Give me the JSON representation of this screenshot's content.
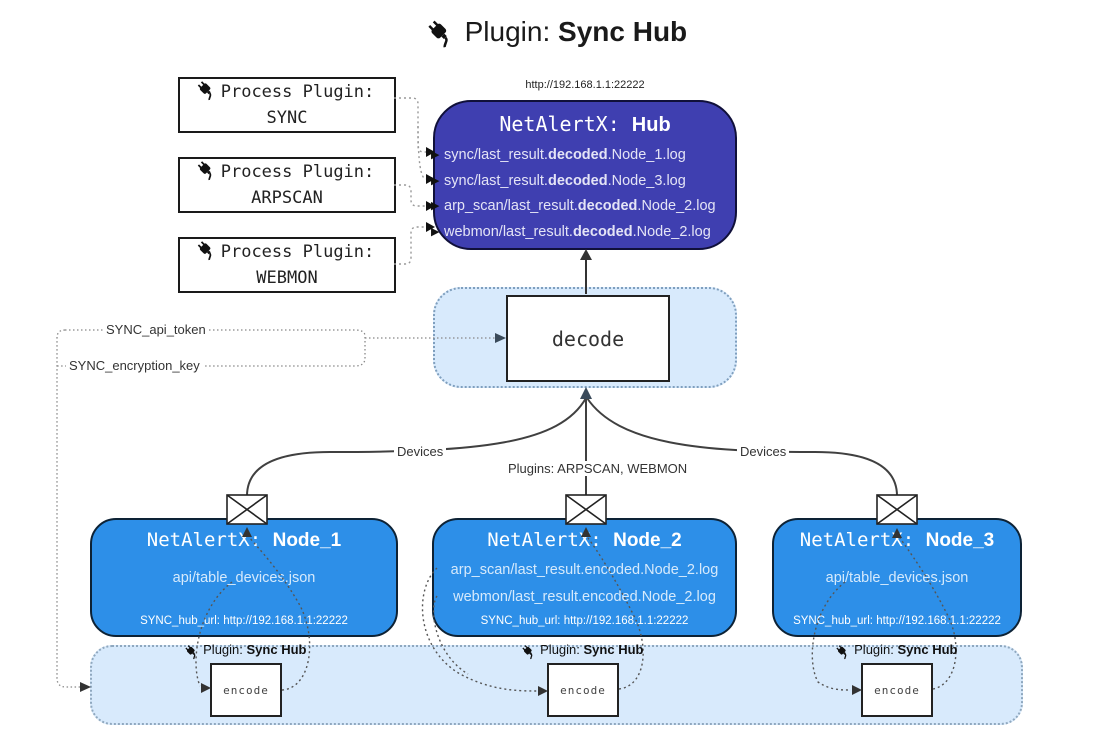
{
  "title": {
    "label": "Plugin: ",
    "bold": "Sync Hub"
  },
  "process_plugins": [
    {
      "label": "Process Plugin:",
      "name": "SYNC"
    },
    {
      "label": "Process Plugin:",
      "name": "ARPSCAN"
    },
    {
      "label": "Process Plugin:",
      "name": "WEBMON"
    }
  ],
  "hub": {
    "url": "http://192.168.1.1:22222",
    "title_prefix": "NetAlertX: ",
    "title_bold": "Hub",
    "logs": [
      {
        "prefix": "sync/last_result.",
        "bold": "decoded",
        "suffix": ".Node_1.log"
      },
      {
        "prefix": "sync/last_result.",
        "bold": "decoded",
        "suffix": ".Node_3.log"
      },
      {
        "prefix": "arp_scan/last_result.",
        "bold": "decoded",
        "suffix": ".Node_2.log"
      },
      {
        "prefix": "webmon/last_result.",
        "bold": "decoded",
        "suffix": ".Node_2.log"
      }
    ]
  },
  "decode": {
    "label": "decode"
  },
  "tokens": {
    "api_token": "SYNC_api_token",
    "encryption_key": "SYNC_encryption_key"
  },
  "edges": {
    "devices_left": "Devices",
    "plugins_middle": "Plugins: ARPSCAN, WEBMON",
    "devices_right": "Devices"
  },
  "nodes": [
    {
      "title_prefix": "NetAlertX: ",
      "title_bold": "Node_1",
      "files": [
        "api/table_devices.json"
      ],
      "hub_url": "SYNC_hub_url: http://192.168.1.1:22222"
    },
    {
      "title_prefix": "NetAlertX: ",
      "title_bold": "Node_2",
      "files": [
        "arp_scan/last_result.encoded.Node_2.log",
        "webmon/last_result.encoded.Node_2.log"
      ],
      "hub_url": "SYNC_hub_url: http://192.168.1.1:22222"
    },
    {
      "title_prefix": "NetAlertX: ",
      "title_bold": "Node_3",
      "files": [
        "api/table_devices.json"
      ],
      "hub_url": "SYNC_hub_url: http://192.168.1.1:22222"
    }
  ],
  "encode_band": {
    "plugin_label": "Plugin: ",
    "plugin_bold": "Sync Hub",
    "encode_label": "encode"
  },
  "colors": {
    "hub_fill": "#3f3fb0",
    "node_fill": "#2d8fe8",
    "band_fill": "#d8eafc",
    "line": "#404040"
  }
}
